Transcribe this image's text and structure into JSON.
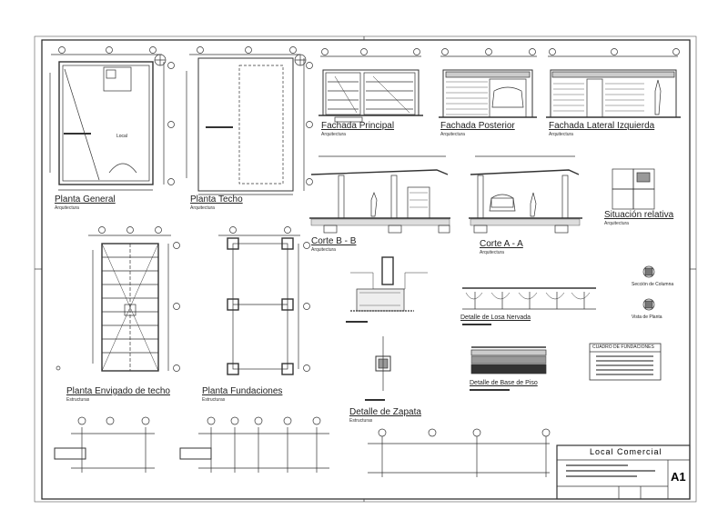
{
  "views": [
    {
      "id": "planta-general",
      "title": "Planta General",
      "subtitle": "Arquitectura"
    },
    {
      "id": "planta-techo",
      "title": "Planta Techo",
      "subtitle": "Arquitectura"
    },
    {
      "id": "fachada-principal",
      "title": "Fachada Principal",
      "subtitle": "Arquitectura"
    },
    {
      "id": "fachada-posterior",
      "title": "Fachada Posterior",
      "subtitle": "Arquitectura"
    },
    {
      "id": "fachada-lateral",
      "title": "Fachada Lateral Izquierda",
      "subtitle": "Arquitectura"
    },
    {
      "id": "corte-bb",
      "title": "Corte  B - B",
      "subtitle": "Arquitectura"
    },
    {
      "id": "corte-aa",
      "title": "Corte  A - A",
      "subtitle": "Arquitectura"
    },
    {
      "id": "situacion",
      "title": "Situación relativa",
      "subtitle": "Arquitectura"
    },
    {
      "id": "planta-envigado",
      "title": "Planta Envigado de techo",
      "subtitle": "Estructuras"
    },
    {
      "id": "planta-fundaciones",
      "title": "Planta Fundaciones",
      "subtitle": "Estructuras"
    },
    {
      "id": "detalle-zapata",
      "title": "Detalle de Zapata",
      "subtitle": "Estructuras"
    },
    {
      "id": "detalle-losa",
      "title": "Detalle de Losa Nervada",
      "subtitle": ""
    },
    {
      "id": "detalle-piso",
      "title": "Detalle de Base de Piso",
      "subtitle": ""
    }
  ],
  "room_label": "Local",
  "seccion_columna": "Sección de Columna",
  "vista_planta": "Vista de Planta",
  "cuadro_title": "CUADRO DE FUNDACIONES",
  "title_block": {
    "project": "Local Comercial",
    "sheet": "A1"
  }
}
